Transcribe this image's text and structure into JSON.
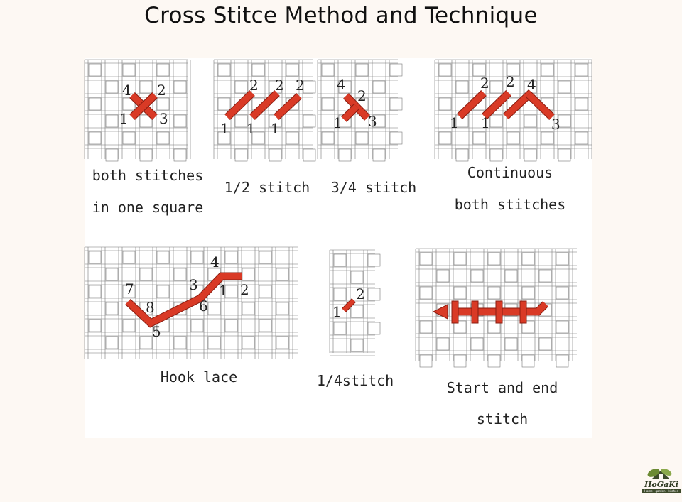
{
  "title": "Cross Stitce Method and Technique",
  "colors": {
    "stitch": "#d93a26",
    "stitch_border": "#8a1c10",
    "grid": "#777777",
    "background": "#fdf8f3",
    "panel": "#ffffff"
  },
  "captions": {
    "both_line1": "both stitches",
    "both_line2": "in one square",
    "half": "1/2 stitch",
    "three_quarter": "3/4 stitch",
    "continuous_line1": "Continuous",
    "continuous_line2": "both stitches",
    "hook": "Hook lace",
    "quarter": "1/4stitch",
    "start_end_line1": "Start and end",
    "start_end_line2": "stitch"
  },
  "labels": {
    "both": [
      "4",
      "2",
      "1",
      "3"
    ],
    "half": [
      "2",
      "2",
      "2",
      "1",
      "1",
      "1"
    ],
    "three_quarter": [
      "4",
      "2",
      "1",
      "3"
    ],
    "continuous": [
      "2",
      "2",
      "4",
      "1",
      "1",
      "3"
    ],
    "hook": [
      "4",
      "3",
      "1",
      "2",
      "7",
      "8",
      "6",
      "5"
    ],
    "quarter": [
      "2",
      "1"
    ]
  },
  "logo": {
    "name": "HoGaKi",
    "tagline": "Home · garden · kitchen",
    "icon": "leaf-house-logo-icon"
  }
}
